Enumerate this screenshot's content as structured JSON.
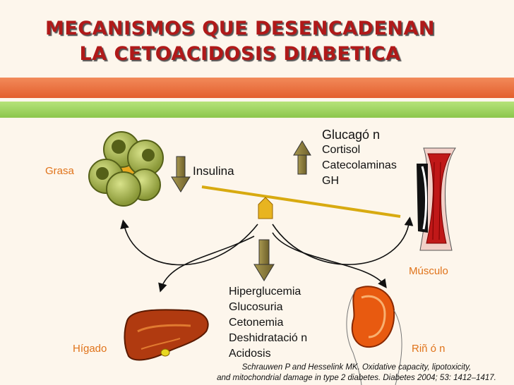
{
  "title": {
    "line1": "MECANISMOS QUE DESENCADENAN",
    "line2": "LA CETOACIDOSIS DIABETICA"
  },
  "labels": {
    "grasa": "Grasa",
    "musculo": "Músculo",
    "higado": "Hígado",
    "rinon": "Riñ ó n",
    "insulina": "Insulina"
  },
  "increased_hormones": [
    "Glucagó n",
    "Cortisol",
    "Catecolaminas",
    "GH"
  ],
  "effects": [
    "Hiperglucemia",
    "Glucosuria",
    "Cetonemia",
    "Deshidratació n",
    "Acidosis"
  ],
  "citation": {
    "line1": "Schrauwen P and Hesselink MK. Oxidative capacity, lipotoxicity,",
    "line2": "and mitochondrial damage in type 2 diabetes. Diabetes 2004; 53: 1412–1417."
  },
  "colors": {
    "title": "#b01919",
    "band_orange": "#e8693a",
    "band_green": "#9ad15a",
    "arrow": "#8a7a3a",
    "label_orange": "#e0731a"
  }
}
